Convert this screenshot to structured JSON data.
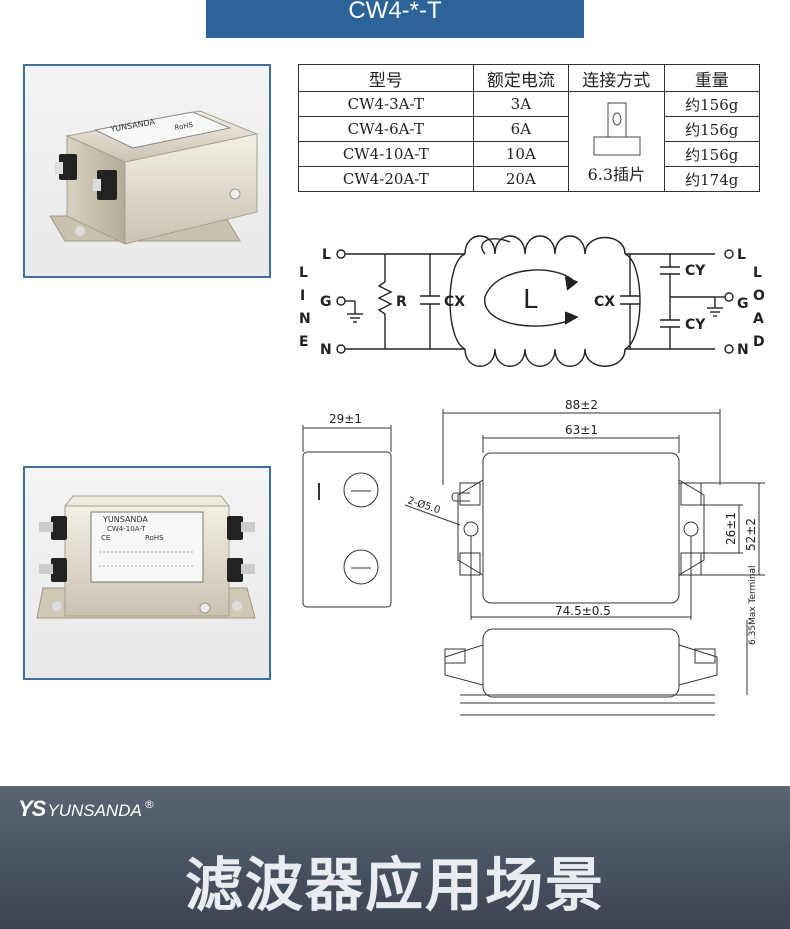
{
  "header": {
    "title": "CW4-*-T"
  },
  "spec_table": {
    "headers": [
      "型号",
      "额定电流",
      "连接方式",
      "重量"
    ],
    "rows": [
      {
        "model": "CW4-3A-T",
        "current": "3A",
        "weight": "约156g"
      },
      {
        "model": "CW4-6A-T",
        "current": "6A",
        "weight": "约156g"
      },
      {
        "model": "CW4-10A-T",
        "current": "10A",
        "weight": "约156g"
      },
      {
        "model": "CW4-20A-T",
        "current": "20A",
        "weight": "约174g"
      }
    ],
    "connection": "6.3插片"
  },
  "schematic": {
    "line_letters": [
      "L",
      "I",
      "N",
      "E"
    ],
    "load_letters": [
      "L",
      "O",
      "A",
      "D"
    ],
    "left_terminals": [
      "L",
      "G",
      "N"
    ],
    "right_terminals": [
      "L",
      "G",
      "N"
    ],
    "labels": {
      "r": "R",
      "cx_left": "CX",
      "cx_right": "CX",
      "cy_top": "CY",
      "cy_bottom": "CY",
      "inductor": "L"
    }
  },
  "dimensions": {
    "depth": "29±1",
    "overall_width": "88±2",
    "body_width": "63±1",
    "hole_spacing": "74.5±0.5",
    "hole_spec": "2-Ø5.0",
    "inner_height": "26±1",
    "outer_height": "52±2",
    "terminal": "6.35Max Terminal"
  },
  "product_photos": {
    "brand": "YUNSANDA",
    "label_model": "CW4-10A-T",
    "label_rohs": "RoHS",
    "label_ce": "CE"
  },
  "footer": {
    "brand_logo": "YS",
    "brand_name": "YUNSANDA",
    "brand_reg": "®",
    "title": "滤波器应用场景"
  }
}
